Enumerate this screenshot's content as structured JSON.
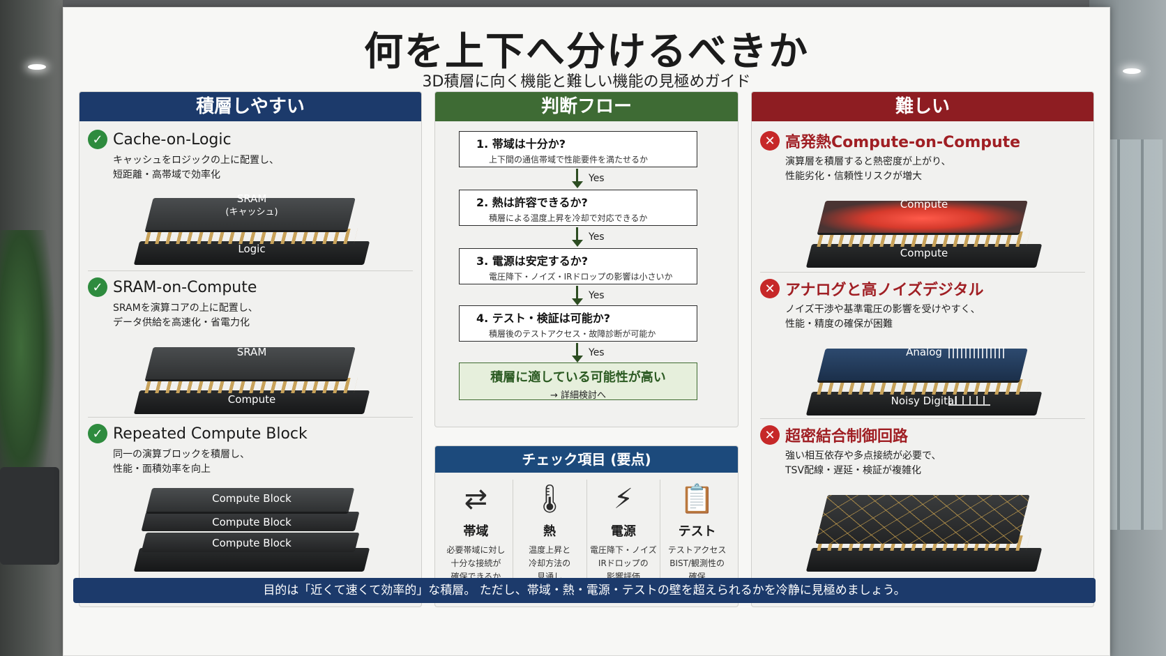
{
  "title": "何を上下へ分けるべきか",
  "subtitle": "3D積層に向く機能と難しい機能の見極めガイド",
  "left_panel": {
    "header": "積層しやすい",
    "items": [
      {
        "title": "Cache-on-Logic",
        "desc1": "キャッシュをロジックの上に配置し、",
        "desc2": "短距離・高帯域で効率化",
        "top_label": "SRAM",
        "top_sub": "(キャッシュ)",
        "bottom_label": "Logic"
      },
      {
        "title": "SRAM-on-Compute",
        "desc1": "SRAMを演算コアの上に配置し、",
        "desc2": "データ供給を高速化・省電力化",
        "top_label": "SRAM",
        "bottom_label": "Compute"
      },
      {
        "title": "Repeated Compute Block",
        "desc1": "同一の演算ブロックを積層し、",
        "desc2": "性能・面積効率を向上",
        "layers": [
          "Compute Block",
          "Compute Block",
          "Compute Block"
        ]
      }
    ]
  },
  "center_panel": {
    "header": "判断フロー",
    "steps": [
      {
        "q": "1. 帯域は十分か?",
        "sub": "上下間の通信帯域で性能要件を満たせるか"
      },
      {
        "q": "2. 熱は許容できるか?",
        "sub": "積層による温度上昇を冷却で対応できるか"
      },
      {
        "q": "3. 電源は安定するか?",
        "sub": "電圧降下・ノイズ・IRドロップの影響は小さいか"
      },
      {
        "q": "4. テスト・検証は可能か?",
        "sub": "積層後のテストアクセス・故障診断が可能か"
      }
    ],
    "yes_label": "Yes",
    "final_title": "積層に適している可能性が高い",
    "final_sub": "→ 詳細検討へ"
  },
  "checks_panel": {
    "header": "チェック項目 (要点)",
    "items": [
      {
        "icon": "arrows-icon",
        "glyph": "⇄",
        "title": "帯域",
        "desc": "必要帯域に対し\n十分な接続が\n確保できるか"
      },
      {
        "icon": "thermometer-icon",
        "glyph": "🌡",
        "title": "熱",
        "desc": "温度上昇と\n冷却方法の\n見通し"
      },
      {
        "icon": "lightning-icon",
        "glyph": "⚡",
        "title": "電源",
        "desc": "電圧降下・ノイズ\nIRドロップの\n影響評価"
      },
      {
        "icon": "clipboard-icon",
        "glyph": "📋",
        "title": "テスト",
        "desc": "テストアクセス\nBIST/観測性の\n確保"
      }
    ]
  },
  "right_panel": {
    "header": "難しい",
    "items": [
      {
        "title": "高発熱Compute-on-Compute",
        "desc1": "演算層を積層すると熱密度が上がり、",
        "desc2": "性能劣化・信頼性リスクが増大",
        "top_label": "Compute",
        "bottom_label": "Compute"
      },
      {
        "title": "アナログと高ノイズデジタル",
        "desc1": "ノイズ干渉や基準電圧の影響を受けやすく、",
        "desc2": "性能・精度の確保が困難",
        "top_label": "Analog",
        "bottom_label": "Noisy Digital"
      },
      {
        "title": "超密結合制御回路",
        "desc1": "強い相互依存や多点接続が必要で、",
        "desc2": "TSV配線・遅延・検証が複雑化"
      }
    ]
  },
  "footer": "目的は「近くて速くて効率的」な積層。 ただし、帯域・熱・電源・テストの壁を超えられるかを冷静に見極めましょう。",
  "colors": {
    "blue": "#1c3a6b",
    "green": "#3e6b34",
    "red": "#8e1d22",
    "ok": "#2e8b3e",
    "ng": "#c62828"
  }
}
